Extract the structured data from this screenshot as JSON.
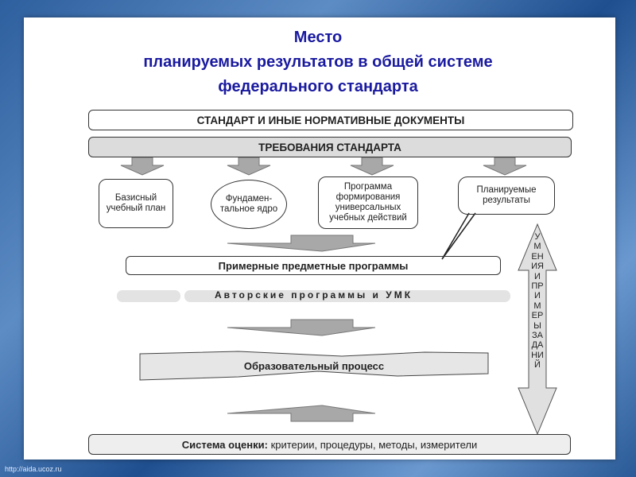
{
  "title": {
    "line1": "Место",
    "line2": "планируемых результатов в общей системе",
    "line3": "федерального стандарта"
  },
  "diagram": {
    "standard_docs": "СТАНДАРТ И ИНЫЕ НОРМАТИВНЫЕ ДОКУМЕНТЫ",
    "requirements": "ТРЕБОВАНИЯ СТАНДАРТА",
    "basic_plan": "Базисный учебный план",
    "core": "Фундамен-тальное ядро",
    "uud_program": "Программа формирования универсальных учебных действий",
    "planned_results": "Планируемые результаты",
    "sample_programs": "Примерные предметные программы",
    "author_programs": "Авторские программы и УМК",
    "edu_process": "Образовательный процесс",
    "assessment_bold": "Система оценки:",
    "assessment_rest": " критерии, процедуры, методы, измерители",
    "vertical_arrow": "УМЕНИЯ И ПРИМЕРЫ ЗАДАНИЙ"
  },
  "footer": {
    "url": "http://aida.ucoz.ru"
  }
}
